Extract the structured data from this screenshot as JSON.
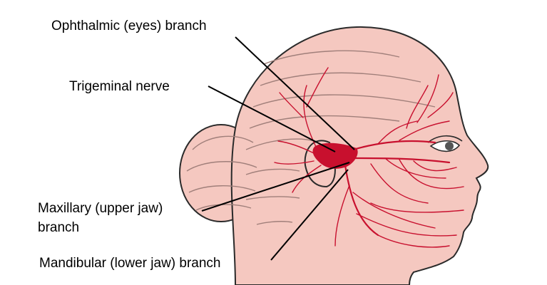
{
  "labels": {
    "ophthalmic": "Ophthalmic (eyes) branch",
    "trigeminal": "Trigeminal nerve",
    "maxillary_line1": "Maxillary (upper jaw)",
    "maxillary_line2": "branch",
    "mandibular": "Mandibular (lower jaw) branch"
  },
  "colors": {
    "skin": "#f5c8c0",
    "outline": "#2a2a2a",
    "hair_lines": "#a07f7a",
    "nerve": "#c8102e"
  }
}
